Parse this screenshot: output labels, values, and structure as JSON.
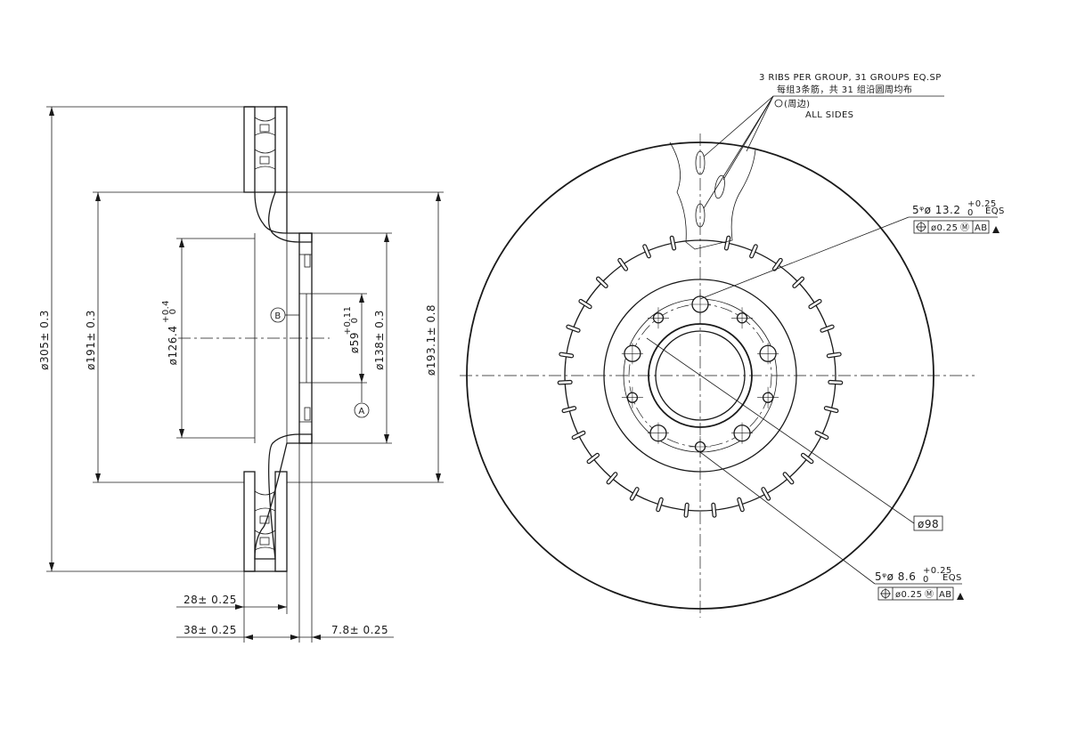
{
  "side_view": {
    "dims": {
      "d305": "ø305± 0.3",
      "d191": "ø191± 0.3",
      "d126": "ø126.4",
      "d126_tol": "+0.4",
      "d126_tol2": "0",
      "d59": "ø59",
      "d59_tol": "+0.11",
      "d59_tol2": "0",
      "d138": "ø138± 0.3",
      "d193": "ø193.1± 0.8",
      "w28": "28± 0.25",
      "w38": "38± 0.25",
      "w78": "7.8± 0.25"
    },
    "datum_a": "A",
    "datum_b": "B"
  },
  "front_view": {
    "rib_note_en": "3 RIBS PER GROUP, 31 GROUPS EQ.SP",
    "rib_note_cn": "每组3条筋，共 31 组沿圆周均布",
    "all_sides_cn": "(周边)",
    "all_sides_en": "ALL SIDES",
    "hole_large": {
      "callout": "5ᵠø 13.2",
      "tol": "+0.25",
      "tol2": "0",
      "eqs": "EQS",
      "fcf_pos": "ø0.25",
      "fcf_mod": "Ⓜ",
      "fcf_datums": "AB"
    },
    "hole_small": {
      "callout": "5ᵠø 8.6",
      "tol": "+0.25",
      "tol2": "0",
      "eqs": "EQS",
      "fcf_pos": "ø0.25",
      "fcf_mod": "Ⓜ",
      "fcf_datums": "AB"
    },
    "pcd": "ø98"
  }
}
